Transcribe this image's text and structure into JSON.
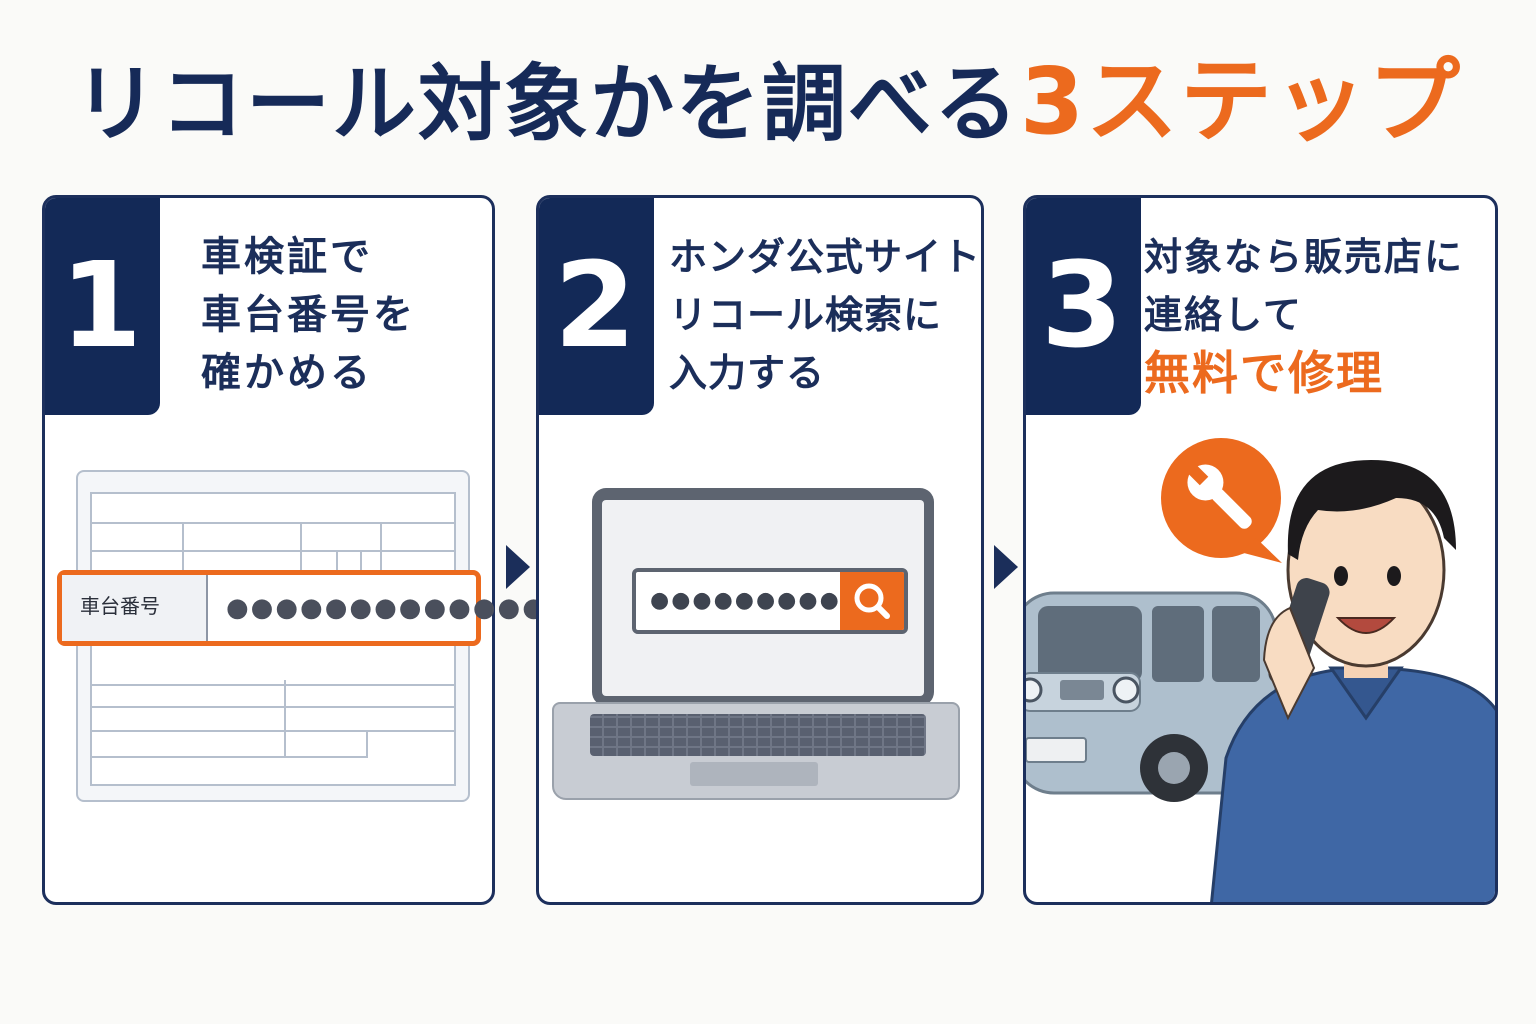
{
  "title": {
    "main": "リコール対象かを調べる",
    "accent": "3ステップ"
  },
  "colors": {
    "navy": "#132957",
    "orange": "#ec6a1e"
  },
  "steps": [
    {
      "number": "1",
      "lines": [
        "車検証で",
        "車台番号を",
        "確かめる"
      ],
      "doc_field_label": "車台番号",
      "doc_field_value": "●●●●●●●●●●●●●●"
    },
    {
      "number": "2",
      "lines": [
        "ホンダ公式サイトの",
        "リコール検索に",
        "入力する"
      ],
      "search_value": "●●●●●●●●●●",
      "search_icon": "search-icon"
    },
    {
      "number": "3",
      "lines": [
        "対象なら販売店に",
        "連絡して"
      ],
      "highlight": "無料で修理",
      "bubble_icon": "wrench-icon"
    }
  ]
}
